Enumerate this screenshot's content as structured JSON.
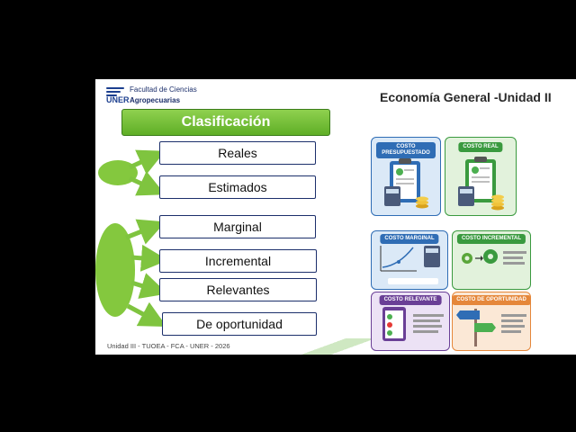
{
  "header": {
    "logo_line1": "Facultad de Ciencias",
    "logo_brand": "UNER",
    "logo_line2": "Agropecuarias",
    "title": "Economía General -Unidad II"
  },
  "classification": {
    "heading": "Clasificación",
    "items": [
      "Reales",
      "Estimados",
      "Marginal",
      "Incremental",
      "Relevantes",
      "De oportunidad"
    ]
  },
  "footer": "Unidad III - TUOEA - FCA - UNER - 2026",
  "cards": {
    "presupuestado": "COSTO PRESUPUESTADO",
    "real": "COSTO REAL",
    "marginal": "COSTO MARGINAL",
    "incremental": "COSTO INCREMENTAL",
    "relevante": "COSTO RELEVANTE",
    "oportunidad": "COSTO DE OPORTUNIDAD"
  },
  "colors": {
    "green": "#7fc43f",
    "navy": "#1c2f6b",
    "blue_card": "#2f6db5",
    "green_card": "#3a9a3f",
    "purple_card": "#6a3f96",
    "orange_card": "#e5873a"
  }
}
